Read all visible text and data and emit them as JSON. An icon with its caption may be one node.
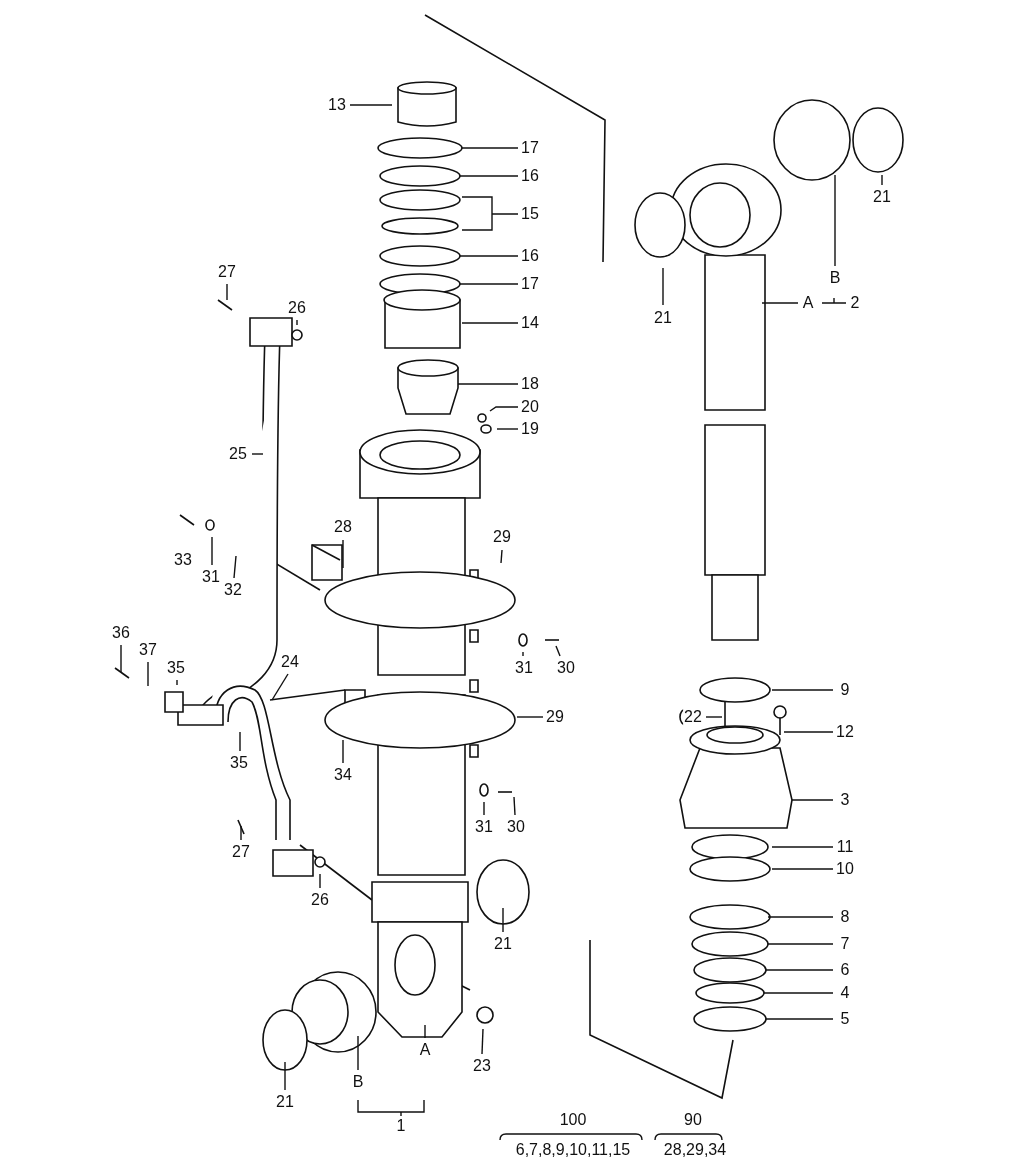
{
  "diagram": {
    "nodes": [
      {
        "text": [
          "13"
        ]
      },
      {
        "text": [
          "17"
        ]
      },
      {
        "text": [
          "16"
        ]
      },
      {
        "text": [
          "15"
        ]
      },
      {
        "text": [
          "16"
        ]
      },
      {
        "text": [
          "17"
        ]
      },
      {
        "text": [
          "14"
        ]
      },
      {
        "text": [
          "18"
        ]
      },
      {
        "text": [
          "20"
        ]
      },
      {
        "text": [
          "19"
        ]
      },
      {
        "text": [
          "27"
        ]
      },
      {
        "text": [
          "26"
        ]
      },
      {
        "text": [
          "25"
        ]
      },
      {
        "text": [
          "21"
        ]
      },
      {
        "text": [
          "21"
        ]
      },
      {
        "text": [
          "B"
        ]
      },
      {
        "text": [
          "A"
        ]
      },
      {
        "text": [
          "28"
        ]
      },
      {
        "text": [
          "29"
        ]
      },
      {
        "text": [
          "31"
        ]
      },
      {
        "text": [
          "32"
        ]
      },
      {
        "text": [
          "29"
        ]
      },
      {
        "text": [
          "31"
        ]
      },
      {
        "text": [
          "30"
        ]
      },
      {
        "text": [
          "36"
        ]
      },
      {
        "text": [
          "37"
        ]
      },
      {
        "text": [
          "35"
        ]
      },
      {
        "text": [
          "24"
        ]
      },
      {
        "text": [
          "9"
        ]
      },
      {
        "text": [
          "22"
        ]
      },
      {
        "text": [
          "12"
        ]
      },
      {
        "text": [
          "35"
        ]
      },
      {
        "text": [
          "34"
        ]
      },
      {
        "text": [
          "31"
        ]
      },
      {
        "text": [
          "30"
        ]
      },
      {
        "text": [
          "3"
        ]
      },
      {
        "text": [
          "11"
        ]
      },
      {
        "text": [
          "10"
        ]
      },
      {
        "text": [
          "27"
        ]
      },
      {
        "text": [
          "26"
        ]
      },
      {
        "text": [
          "8"
        ]
      },
      {
        "text": [
          "21"
        ]
      },
      {
        "text": [
          "7"
        ]
      },
      {
        "text": [
          "6"
        ]
      },
      {
        "text": [
          "4"
        ]
      },
      {
        "text": [
          "5"
        ]
      },
      {
        "text": [
          "23"
        ]
      },
      {
        "text": [
          "A"
        ]
      },
      {
        "text": [
          "B"
        ]
      },
      {
        "text": [
          "21"
        ]
      },
      {
        "text": [
          "33"
        ]
      },
      {
        "text": [
          "90"
        ]
      }
    ],
    "edges": [
      {
        "from": 0,
        "to": null,
        "arrow": "none"
      },
      {
        "from": 1,
        "to": null,
        "arrow": "none"
      },
      {
        "from": 2,
        "to": null,
        "arrow": "none"
      },
      {
        "from": 3,
        "to": null,
        "arrow": "none"
      },
      {
        "from": 4,
        "to": null,
        "arrow": "none"
      },
      {
        "from": 5,
        "to": null,
        "arrow": "none"
      },
      {
        "from": 6,
        "to": null,
        "arrow": "none"
      },
      {
        "from": 7,
        "to": null,
        "arrow": "none"
      },
      {
        "from": 8,
        "to": null,
        "arrow": "none"
      },
      {
        "from": 9,
        "to": null,
        "arrow": "none"
      },
      {
        "from": 10,
        "to": null,
        "arrow": "none"
      },
      {
        "from": 11,
        "to": null,
        "arrow": "none"
      },
      {
        "from": 12,
        "to": null,
        "arrow": "none"
      },
      {
        "from": 13,
        "to": null,
        "arrow": "none"
      },
      {
        "from": 14,
        "to": null,
        "arrow": "none"
      },
      {
        "from": 15,
        "to": null,
        "arrow": "none"
      },
      {
        "from": 16,
        "to": null,
        "arrow": "none"
      },
      {
        "from": 17,
        "to": null,
        "arrow": "none"
      },
      {
        "from": 18,
        "to": null,
        "arrow": "none"
      },
      {
        "from": 19,
        "to": null,
        "arrow": "none"
      },
      {
        "from": 20,
        "to": null,
        "arrow": "none"
      },
      {
        "from": 21,
        "to": null,
        "arrow": "none"
      },
      {
        "from": 22,
        "to": null,
        "arrow": "none"
      },
      {
        "from": 23,
        "to": null,
        "arrow": "none"
      },
      {
        "from": 24,
        "to": null,
        "arrow": "none"
      },
      {
        "from": 25,
        "to": null,
        "arrow": "none"
      },
      {
        "from": 26,
        "to": null,
        "arrow": "none"
      },
      {
        "from": 27,
        "to": null,
        "arrow": "none"
      },
      {
        "from": 28,
        "to": null,
        "arrow": "none"
      },
      {
        "from": 29,
        "to": null,
        "arrow": "none"
      },
      {
        "from": 30,
        "to": null,
        "arrow": "none"
      },
      {
        "from": 31,
        "to": null,
        "arrow": "none"
      },
      {
        "from": 32,
        "to": null,
        "arrow": "none"
      },
      {
        "from": 33,
        "to": null,
        "arrow": "none"
      },
      {
        "from": 34,
        "to": null,
        "arrow": "none"
      },
      {
        "from": 35,
        "to": null,
        "arrow": "none"
      },
      {
        "from": 36,
        "to": null,
        "arrow": "none"
      },
      {
        "from": 37,
        "to": null,
        "arrow": "none"
      },
      {
        "from": 38,
        "to": null,
        "arrow": "none"
      },
      {
        "from": 39,
        "to": null,
        "arrow": "none"
      },
      {
        "from": 40,
        "to": null,
        "arrow": "none"
      },
      {
        "from": 41,
        "to": null,
        "arrow": "none"
      },
      {
        "from": 42,
        "to": null,
        "arrow": "none"
      },
      {
        "from": 43,
        "to": null,
        "arrow": "none"
      },
      {
        "from": 44,
        "to": null,
        "arrow": "none"
      },
      {
        "from": 45,
        "to": null,
        "arrow": "none"
      },
      {
        "from": 46,
        "to": null,
        "arrow": "none"
      },
      {
        "from": 47,
        "to": null,
        "arrow": "none"
      },
      {
        "from": 48,
        "to": null,
        "arrow": "none"
      },
      {
        "from": 49,
        "to": null,
        "arrow": "none"
      }
    ],
    "labels": [
      "2",
      "1",
      "100",
      "6,7,8,9,10,11,15",
      "28,29,34"
    ]
  }
}
